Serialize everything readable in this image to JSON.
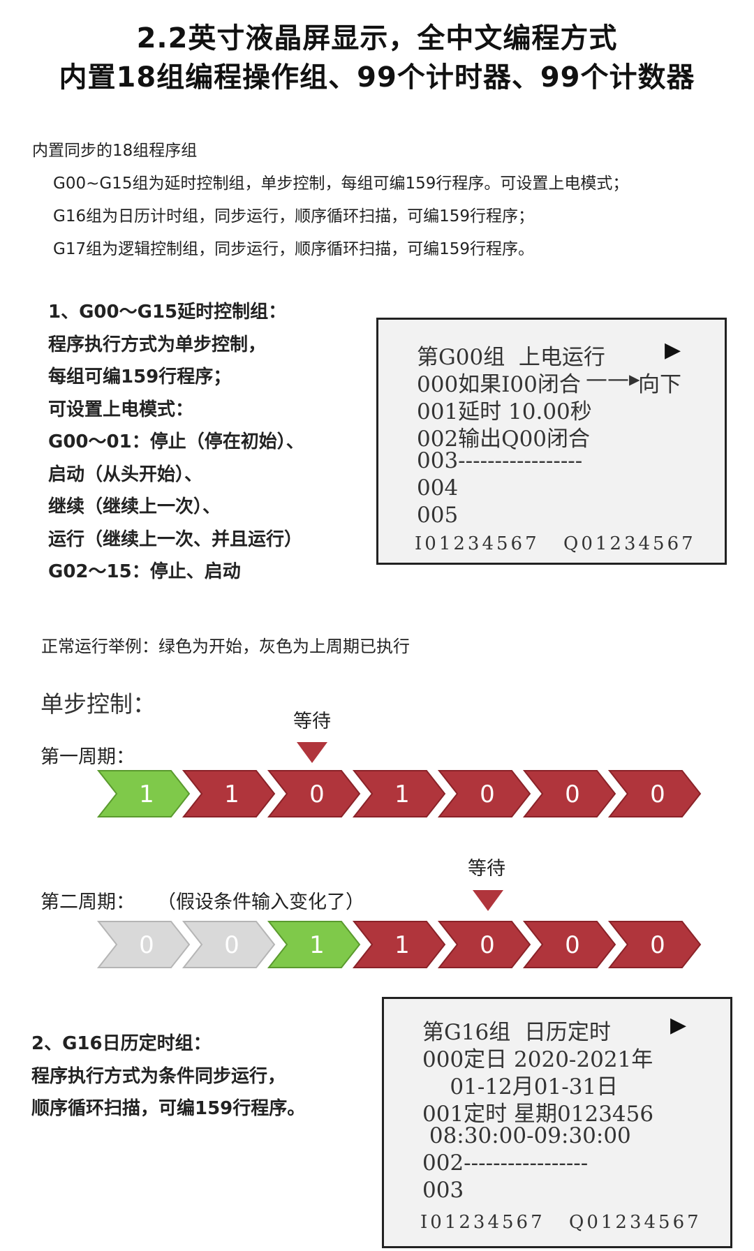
{
  "title": {
    "line1": "2.2英寸液晶屏显示，全中文编程方式",
    "line2": "内置18组编程操作组、99个计时器、99个计数器"
  },
  "intro": {
    "heading": "内置同步的18组程序组",
    "lines": [
      "G00~G15组为延时控制组，单步控制，每组可编159行程序。可设置上电模式；",
      "G16组为日历计时组，同步运行，顺序循环扫描，可编159行程序；",
      "G17组为逻辑控制组，同步运行，顺序循环扫描，可编159行程序。"
    ]
  },
  "section1": {
    "lines": [
      "1、G00～G15延时控制组：",
      "程序执行方式为单步控制，",
      "每组可编159行程序；",
      "可设置上电模式：",
      "G00～01：停止（停在初始）、",
      "启动（从头开始）、",
      "继续（继续上一次）、",
      "运行（继续上一次、并且运行）",
      "G02～15：停止、启动"
    ]
  },
  "lcd1": {
    "header": "第G00组  上电运行",
    "play": "▶",
    "line0": "000如果I00闭合",
    "arrow": "——▸",
    "line0b": "向下",
    "lines": [
      "001延时 10.00秒",
      "002输出Q00闭合",
      "003-----------------",
      "004",
      "005"
    ],
    "io_in": "I01234567",
    "io_out": "Q01234567"
  },
  "example": {
    "caption": "正常运行举例：绿色为开始，灰色为上周期已执行",
    "step_title": "单步控制：",
    "wait_label": "等待",
    "cycle1_label": "第一周期：",
    "cycle2_label": "第二周期：",
    "cycle2_note": "（假设条件输入变化了）",
    "cycle1": [
      {
        "v": "1",
        "state": "green"
      },
      {
        "v": "1",
        "state": "red"
      },
      {
        "v": "0",
        "state": "red"
      },
      {
        "v": "1",
        "state": "red"
      },
      {
        "v": "0",
        "state": "red"
      },
      {
        "v": "0",
        "state": "red"
      },
      {
        "v": "0",
        "state": "red"
      }
    ],
    "cycle2": [
      {
        "v": "0",
        "state": "gray"
      },
      {
        "v": "0",
        "state": "gray"
      },
      {
        "v": "1",
        "state": "green"
      },
      {
        "v": "1",
        "state": "red"
      },
      {
        "v": "0",
        "state": "red"
      },
      {
        "v": "0",
        "state": "red"
      },
      {
        "v": "0",
        "state": "red"
      }
    ],
    "colors": {
      "green": "#7fc94a",
      "red": "#b0353c",
      "gray": "#d9d9d9"
    }
  },
  "section2": {
    "lines": [
      "2、G16日历定时组：",
      "程序执行方式为条件同步运行，",
      "顺序循环扫描，可编159行程序。"
    ]
  },
  "lcd2": {
    "header": "第G16组  日历定时",
    "play": "▶",
    "lines": [
      "000定日 2020-2021年",
      "    01-12月01-31日",
      "001定时 星期0123456",
      " 08:30:00-09:30:00",
      "002-----------------",
      "003"
    ],
    "io_in": "I01234567",
    "io_out": "Q01234567"
  }
}
